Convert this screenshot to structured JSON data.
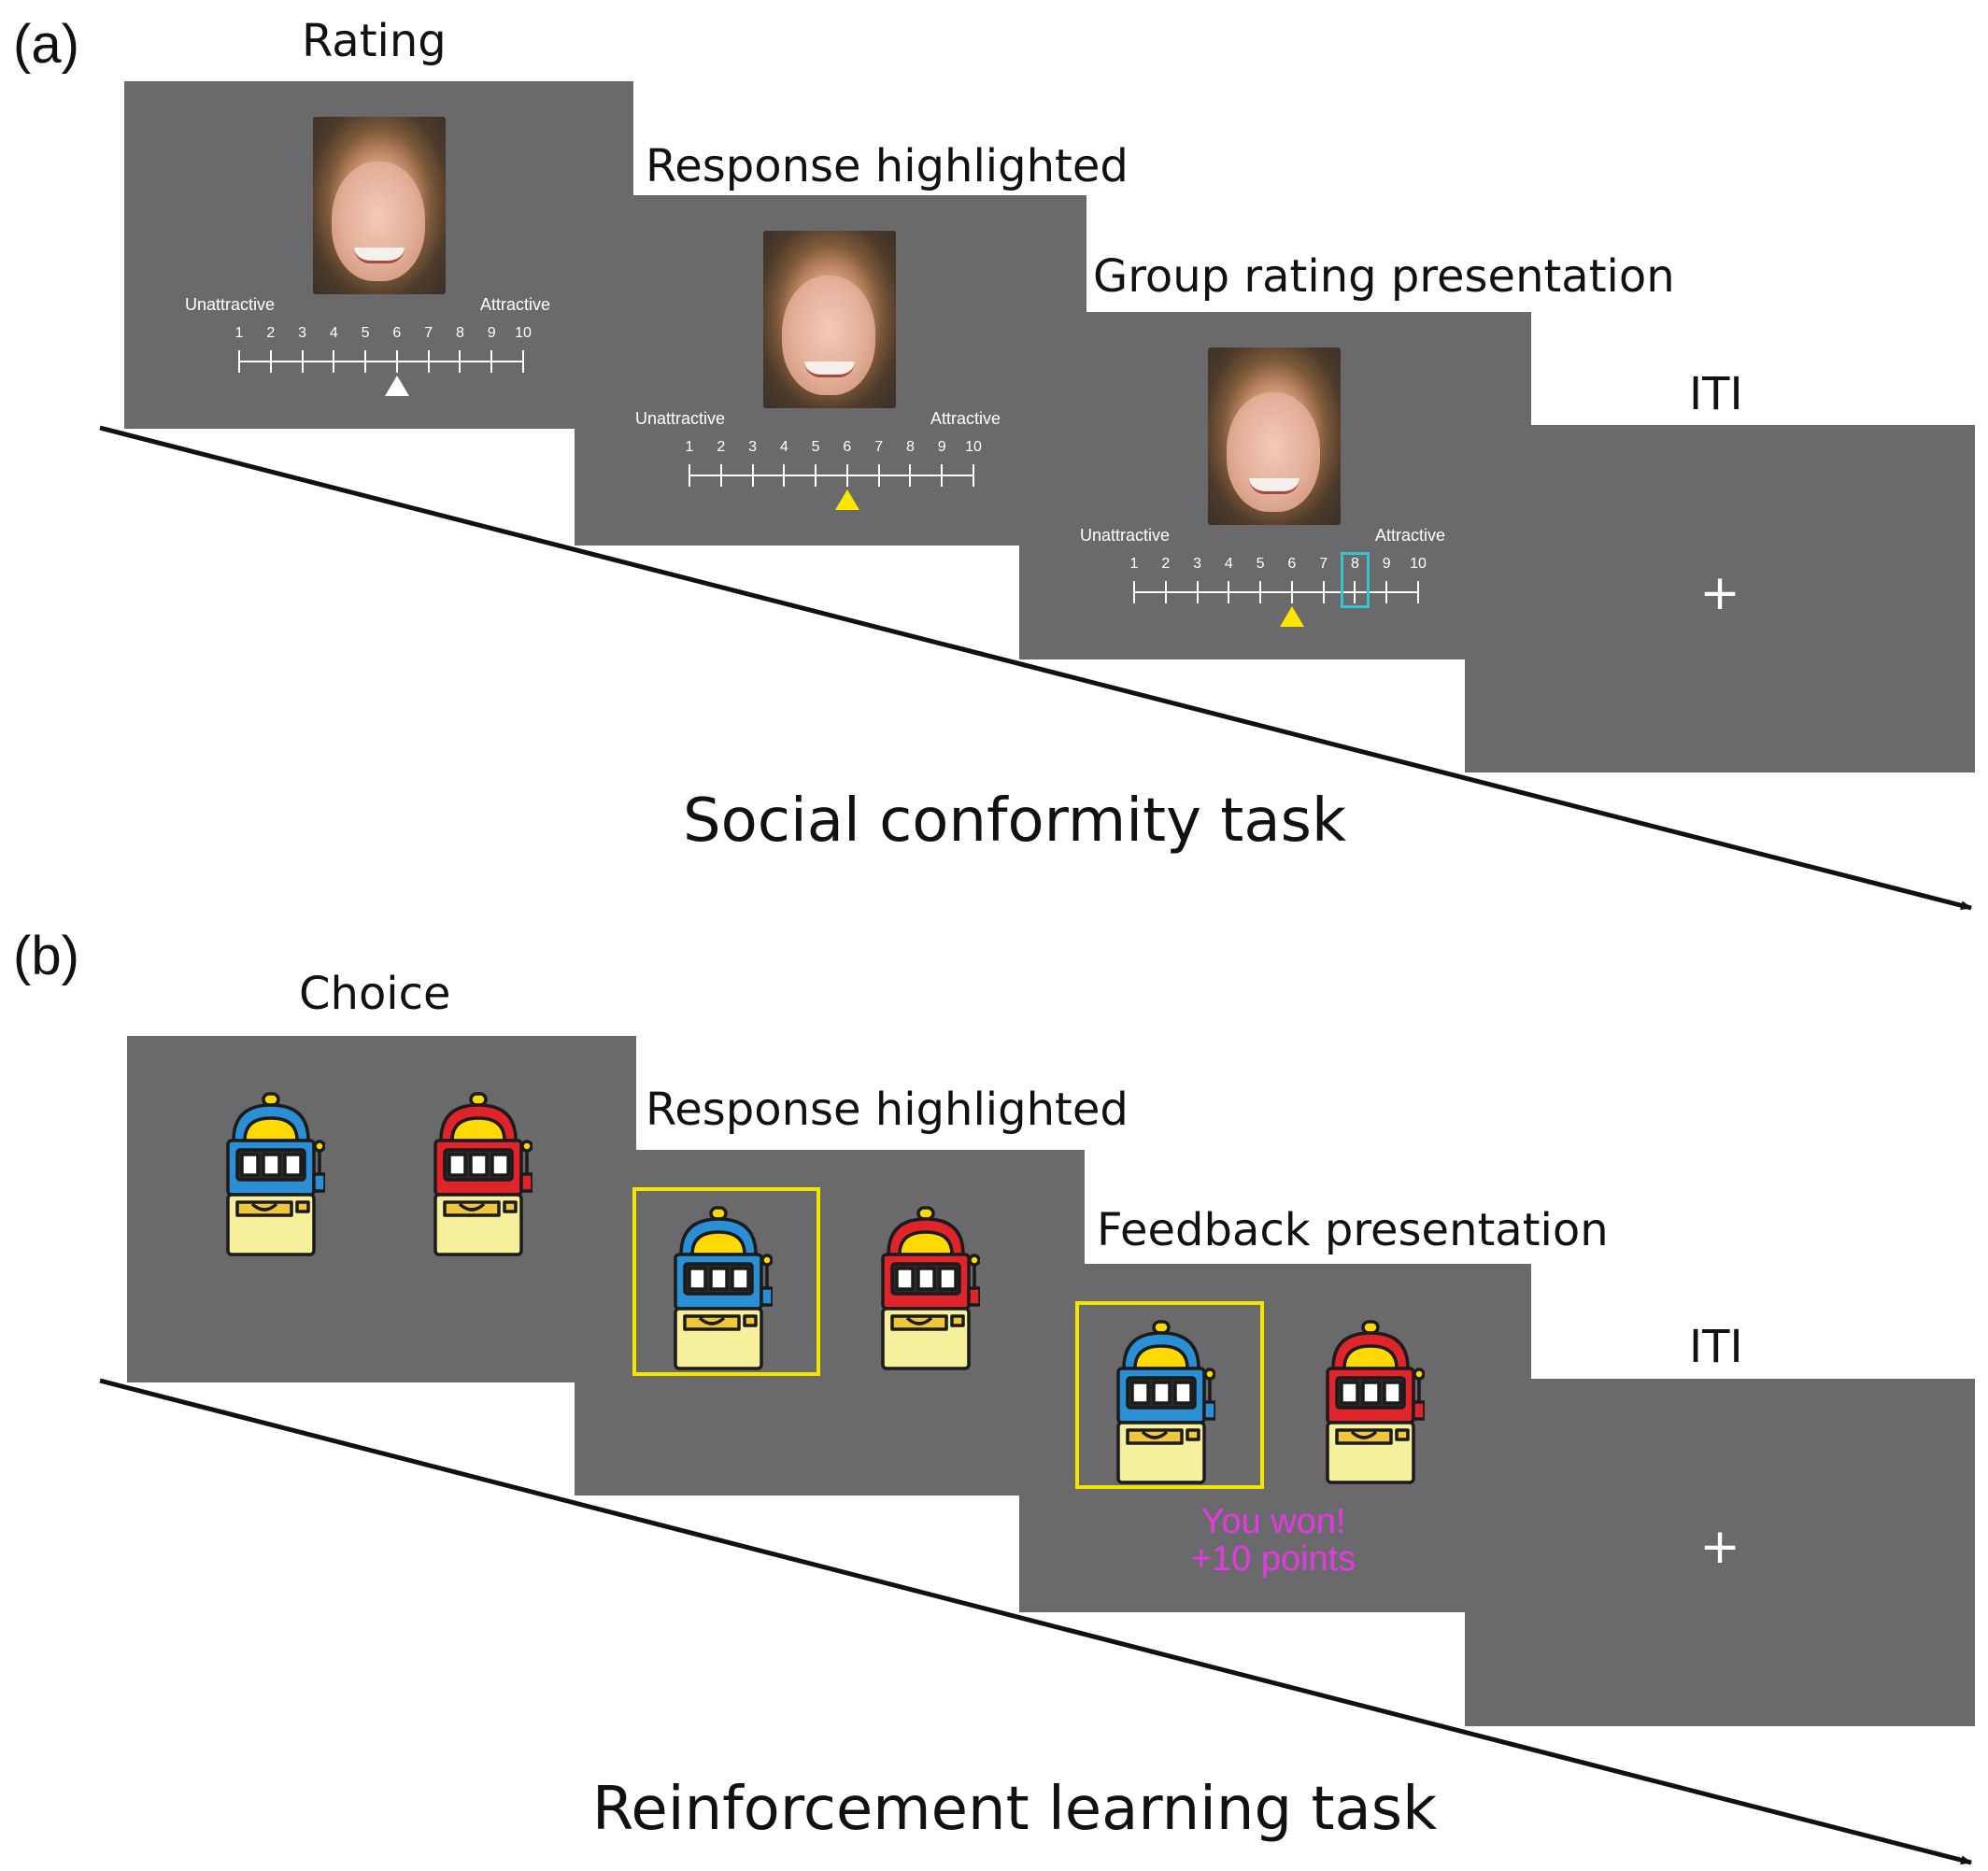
{
  "panel_a": {
    "letter": "(a)",
    "task_title": "Social conformity task",
    "stages": [
      "Rating",
      "Response highlighted",
      "Group rating presentation",
      "ITI"
    ],
    "scale": {
      "left_label": "Unattractive",
      "right_label": "Attractive",
      "ticks": [
        "1",
        "2",
        "3",
        "4",
        "5",
        "6",
        "7",
        "8",
        "9",
        "10"
      ],
      "participant_rating": 6,
      "group_rating": 8
    },
    "fixation": "+"
  },
  "panel_b": {
    "letter": "(b)",
    "task_title": "Reinforcement learning task",
    "stages": [
      "Choice",
      "Response highlighted",
      "Feedback presentation",
      "ITI"
    ],
    "feedback_line1": "You won!",
    "feedback_line2": "+10 points",
    "fixation": "+"
  },
  "colors": {
    "screen": "#6a6a6d",
    "participant_marker": "#ffe500",
    "group_box": "#38c4cf",
    "selection_box": "#f2e600",
    "feedback_text": "#e33ae0",
    "blue_machine": "#2a8fd4",
    "red_machine": "#e0242b"
  },
  "icons": [
    "face-photo",
    "slot-machine-blue-icon",
    "slot-machine-red-icon",
    "timeline-arrow"
  ]
}
